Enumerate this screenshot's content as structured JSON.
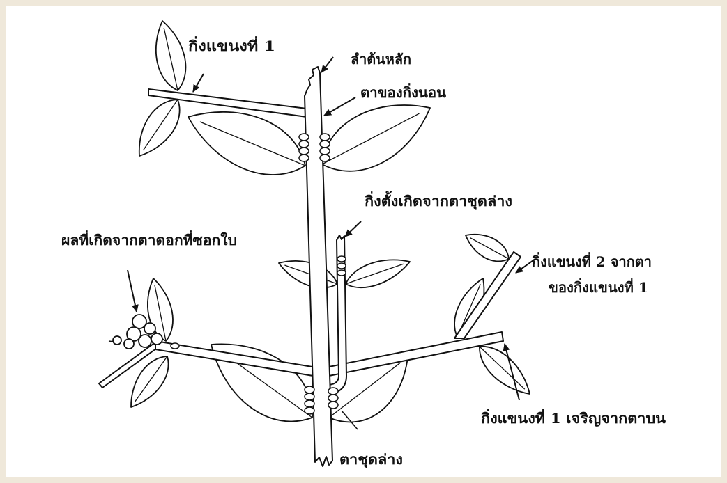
{
  "labels": {
    "primary_branch_1": "กิ่งแขนงที่ 1",
    "main_stem": "ลำต้นหลัก",
    "horizontal_branch_bud": "ตาของกิ่งนอน",
    "vertical_shoot": "กิ่งตั้งเกิดจากตาชุดล่าง",
    "axillary_fruit": "ผลที่เกิดจากตาดอกที่ซอกใบ",
    "secondary_branch_line1": "กิ่งแขนงที่ 2 จากตา",
    "secondary_branch_line2": "ของกิ่งแขนงที่ 1",
    "primary_branch_upper_bud": "กิ่งแขนงที่ 1 เจริญจากตาบน",
    "lower_bud_set": "ตาชุดล่าง"
  },
  "colors": {
    "frame": "#efe8da",
    "paper": "#ffffff",
    "ink": "#111111"
  }
}
